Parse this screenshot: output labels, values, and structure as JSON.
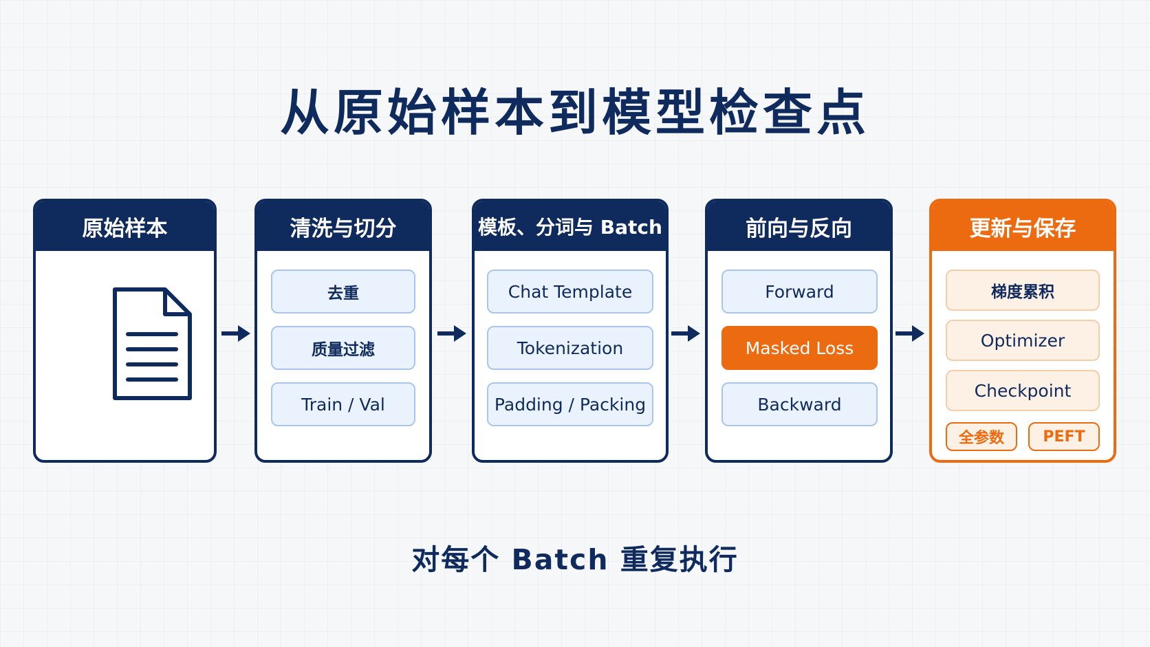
{
  "title": "从原始样本到模型检查点",
  "stages": [
    {
      "title": "原始样本",
      "icon": "document-icon"
    },
    {
      "title": "清洗与切分",
      "items": [
        "去重",
        "质量过滤",
        "Train / Val"
      ]
    },
    {
      "title": "模板、分词与 Batch",
      "items": [
        "Chat Template",
        "Tokenization",
        "Padding / Packing"
      ]
    },
    {
      "title": "前向与反向",
      "items": [
        "Forward",
        "Masked Loss",
        "Backward"
      ]
    },
    {
      "title": "更新与保存",
      "items": [
        "梯度累积",
        "Optimizer",
        "Checkpoint"
      ],
      "tags": [
        "全参数",
        "PEFT"
      ]
    }
  ],
  "footer": "对每个 Batch 重复执行",
  "colors": {
    "navy": "#0f2a5c",
    "accent": "#ec6a10",
    "pill_fill": "#eaf3fd",
    "pill_border": "#a9c6e8"
  }
}
